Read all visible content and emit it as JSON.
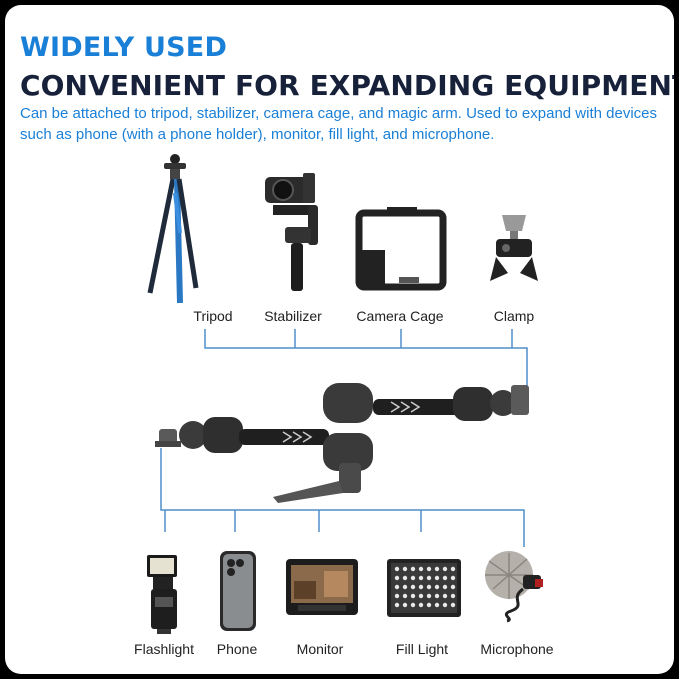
{
  "header": {
    "title": "WIDELY USED",
    "subtitle": "CONVENIENT FOR EXPANDING EQUIPMENT",
    "description": "Can be attached to tripod, stabilizer, camera cage, and magic arm. Used to expand with devices such as phone (with a phone holder), monitor, fill light, and microphone."
  },
  "top_items": [
    {
      "label": "Tripod",
      "icon": "tripod-icon"
    },
    {
      "label": "Stabilizer",
      "icon": "stabilizer-icon"
    },
    {
      "label": "Camera Cage",
      "icon": "camera-cage-icon"
    },
    {
      "label": "Clamp",
      "icon": "clamp-icon"
    }
  ],
  "bottom_items": [
    {
      "label": "Flashlight",
      "icon": "flashlight-icon"
    },
    {
      "label": "Phone",
      "icon": "phone-icon"
    },
    {
      "label": "Monitor",
      "icon": "monitor-icon"
    },
    {
      "label": "Fill Light",
      "icon": "fill-light-icon"
    },
    {
      "label": "Microphone",
      "icon": "microphone-icon"
    }
  ],
  "colors": {
    "accent": "#1a7fd6",
    "heading": "#17213a",
    "connector": "#4f8fc9",
    "frame": "#000000"
  }
}
